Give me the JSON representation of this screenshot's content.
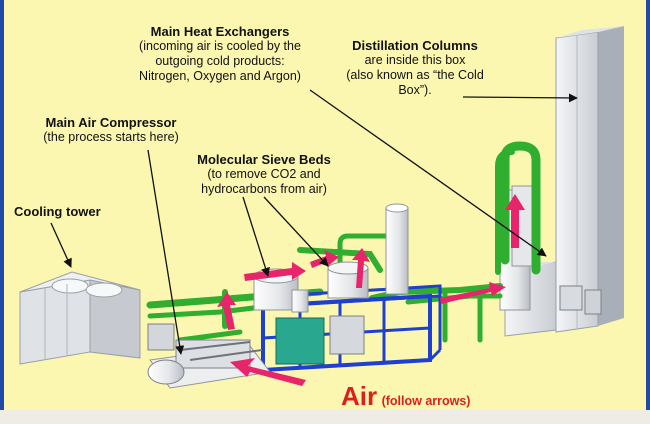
{
  "labels": {
    "heat_exchangers": {
      "title": "Main Heat Exchangers",
      "line1": "(incoming air is cooled by the",
      "line2": "outgoing cold products:",
      "line3": "Nitrogen, Oxygen and Argon)"
    },
    "distillation": {
      "title": "Distillation Columns",
      "line1": "are inside this box",
      "line2": "(also known as “the Cold",
      "line3": "Box”)."
    },
    "compressor": {
      "title": "Main Air Compressor",
      "line1": "(the process starts here)"
    },
    "sieve": {
      "title": "Molecular Sieve Beds",
      "line1": "(to remove CO2 and",
      "line2": "hydrocarbons from air)"
    },
    "cooling": {
      "title": "Cooling tower"
    },
    "air": {
      "main": "Air",
      "note": "(follow arrows)"
    }
  },
  "colors": {
    "background": "#fbf7b0",
    "pipe_green": "#2fae2f",
    "frame_blue": "#1f3fd0",
    "flow_arrow": "#e8246a",
    "air_text": "#e01e1e",
    "equipment": "#e9ebee"
  }
}
